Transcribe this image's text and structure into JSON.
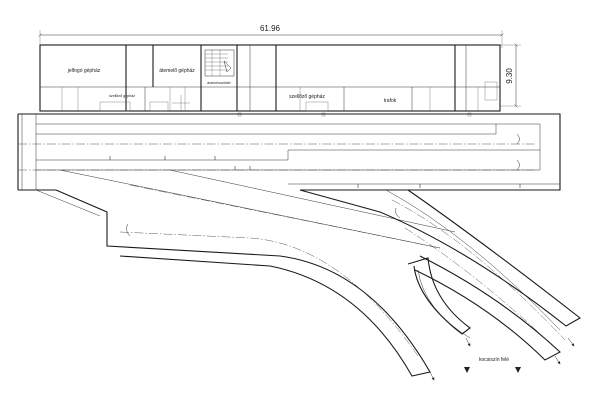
{
  "drawing": {
    "dimensions": {
      "length": "61.96",
      "height": "9.30"
    },
    "rooms": [
      {
        "id": "signal",
        "label": "jelfogó gépház"
      },
      {
        "id": "lift",
        "label": "átemelő gépház"
      },
      {
        "id": "stair",
        "label": "áramelosztótér"
      },
      {
        "id": "vent-left",
        "label": "szellőző gépház"
      },
      {
        "id": "vent-right",
        "label": "szellőző gépház"
      },
      {
        "id": "trafo",
        "label": "trafok"
      }
    ],
    "direction_label": "kocsiszín felé",
    "colors": {
      "line": "#1a1a1a",
      "background": "#ffffff"
    }
  }
}
